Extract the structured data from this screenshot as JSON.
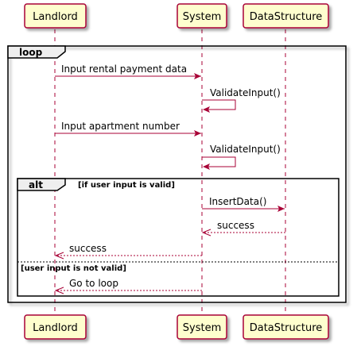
{
  "diagram": {
    "participants": {
      "landlord": "Landlord",
      "system": "System",
      "datastructure": "DataStructure"
    },
    "loop": {
      "label": "loop"
    },
    "alt": {
      "label": "alt",
      "guard_valid": "[if user input is valid]",
      "guard_invalid": "[user input is not valid]"
    },
    "messages": {
      "m1": "Input rental payment data",
      "m2": "ValidateInput()",
      "m3": "Input apartment number",
      "m4": "ValidateInput()",
      "m5": "InsertData()",
      "m6": "success",
      "m7": "success",
      "m8": "Go to loop"
    },
    "colors": {
      "participant_fill": "#FEFECE",
      "participant_border": "#A80036",
      "arrow": "#A80036",
      "frame_border": "#000000"
    }
  }
}
